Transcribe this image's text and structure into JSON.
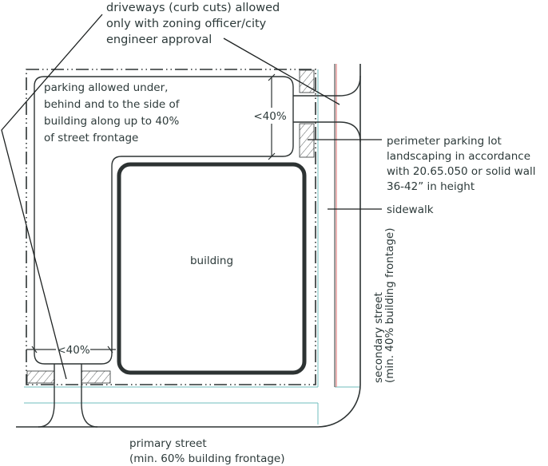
{
  "labels": {
    "driveways": [
      "driveways (curb cuts) allowed",
      "only with zoning officer/city",
      "engineer approval"
    ],
    "parking": [
      "parking allowed under,",
      "behind and to the side of",
      "building along up to 40%",
      "of street frontage"
    ],
    "dim_vertical": "<40%",
    "dim_horizontal": "<40%",
    "building": "building",
    "perimeter": [
      "perimeter parking lot",
      "landscaping in accordance",
      "with 20.65.050 or solid wall",
      "36-42” in height"
    ],
    "sidewalk": "sidewalk",
    "secondary_street": [
      "secondary street",
      "(min. 40% building frontage)"
    ],
    "primary_street": [
      "primary street",
      "(min. 60% building frontage)"
    ]
  },
  "colors": {
    "line": "#2d3333",
    "teal": "#6fbcbc",
    "red": "#d86a6a",
    "text": "#2d3a3a"
  }
}
